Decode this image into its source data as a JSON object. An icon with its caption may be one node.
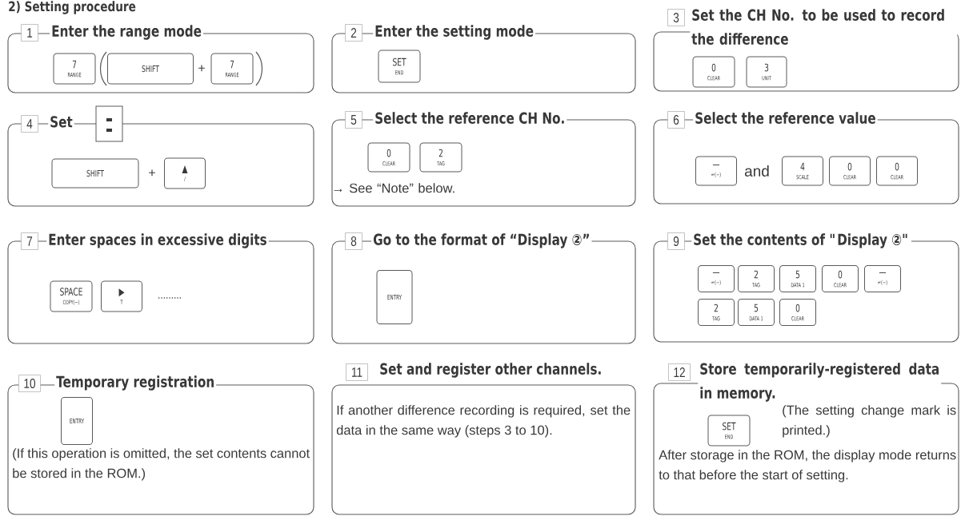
{
  "diagram": {
    "title": "2) Setting procedure",
    "nodes": [
      {
        "text": [
          "1",
          "Enter the range mode"
        ]
      },
      {
        "text": [
          "7",
          "RANGE"
        ],
        "in": 0
      },
      {
        "text": [
          "SHIFT"
        ],
        "in": 0
      },
      {
        "text": [
          "7",
          "RANGE"
        ],
        "in": 0
      },
      {
        "text": [
          "2",
          "Enter the setting mode"
        ]
      },
      {
        "text": [
          "SET",
          "END"
        ],
        "in": 4
      },
      {
        "text": [
          "3",
          "Set the CH No. to be used to record the difference"
        ]
      },
      {
        "text": [
          "0",
          "CLEAR"
        ],
        "in": 6
      },
      {
        "text": [
          "3",
          "UNIT"
        ],
        "in": 6
      },
      {
        "text": [
          "4",
          "Set"
        ]
      },
      {
        "text": [
          "SHIFT"
        ],
        "in": 9
      },
      {
        "text": [
          "▲",
          "/"
        ],
        "in": 9
      },
      {
        "text": [
          "5",
          "Select the reference CH No.",
          "→ See “Note” below."
        ]
      },
      {
        "text": [
          "0",
          "CLEAR"
        ],
        "in": 12
      },
      {
        "text": [
          "2",
          "TAG"
        ],
        "in": 12
      },
      {
        "text": [
          "6",
          "Select the reference value"
        ]
      },
      {
        "text": [
          "—",
          "↵(−)"
        ],
        "in": 15
      },
      {
        "text": [
          "4",
          "SCALE"
        ],
        "in": 15
      },
      {
        "text": [
          "0",
          "CLEAR"
        ],
        "in": 15
      },
      {
        "text": [
          "0",
          "CLEAR"
        ],
        "in": 15
      },
      {
        "text": [
          "7",
          "Enter spaces in excessive digits"
        ]
      },
      {
        "text": [
          "SPACE",
          "COPY(−)"
        ],
        "in": 20
      },
      {
        "text": [
          "▶",
          "T"
        ],
        "in": 20
      },
      {
        "text": [
          "8",
          "Go to the format of “Display ②”"
        ]
      },
      {
        "text": [
          "ENTRY"
        ],
        "in": 23
      },
      {
        "text": [
          "9",
          "Set the contents of \"Display ②\""
        ]
      },
      {
        "text": [
          "—",
          "↵(−)"
        ],
        "in": 25
      },
      {
        "text": [
          "2",
          "TAG"
        ],
        "in": 25
      },
      {
        "text": [
          "5",
          "DATA 1"
        ],
        "in": 25
      },
      {
        "text": [
          "0",
          "CLEAR"
        ],
        "in": 25
      },
      {
        "text": [
          "—",
          "↵(−)"
        ],
        "in": 25
      },
      {
        "text": [
          "2",
          "TAG"
        ],
        "in": 25
      },
      {
        "text": [
          "5",
          "DATA 1"
        ],
        "in": 25
      },
      {
        "text": [
          "0",
          "CLEAR"
        ],
        "in": 25
      },
      {
        "text": [
          "10",
          "Temporary registration",
          "(If this operation is omitted, the set contents cannot be stored in the ROM.)"
        ]
      },
      {
        "text": [
          "ENTRY"
        ],
        "in": 34
      },
      {
        "text": [
          "11",
          "Set and register other channels.",
          "If another difference recording is required, set the data in the same way (steps 3 to 10)."
        ]
      },
      {
        "text": [
          "12",
          "Store temporarily-registered data in memory.",
          "(The setting change mark is printed.)",
          "After storage in the ROM, the display mode returns to that before the start of setting."
        ]
      },
      {
        "text": [
          "SET",
          "END"
        ],
        "in": 37
      }
    ],
    "labels": [
      "+",
      "+",
      "and",
      "........."
    ]
  }
}
